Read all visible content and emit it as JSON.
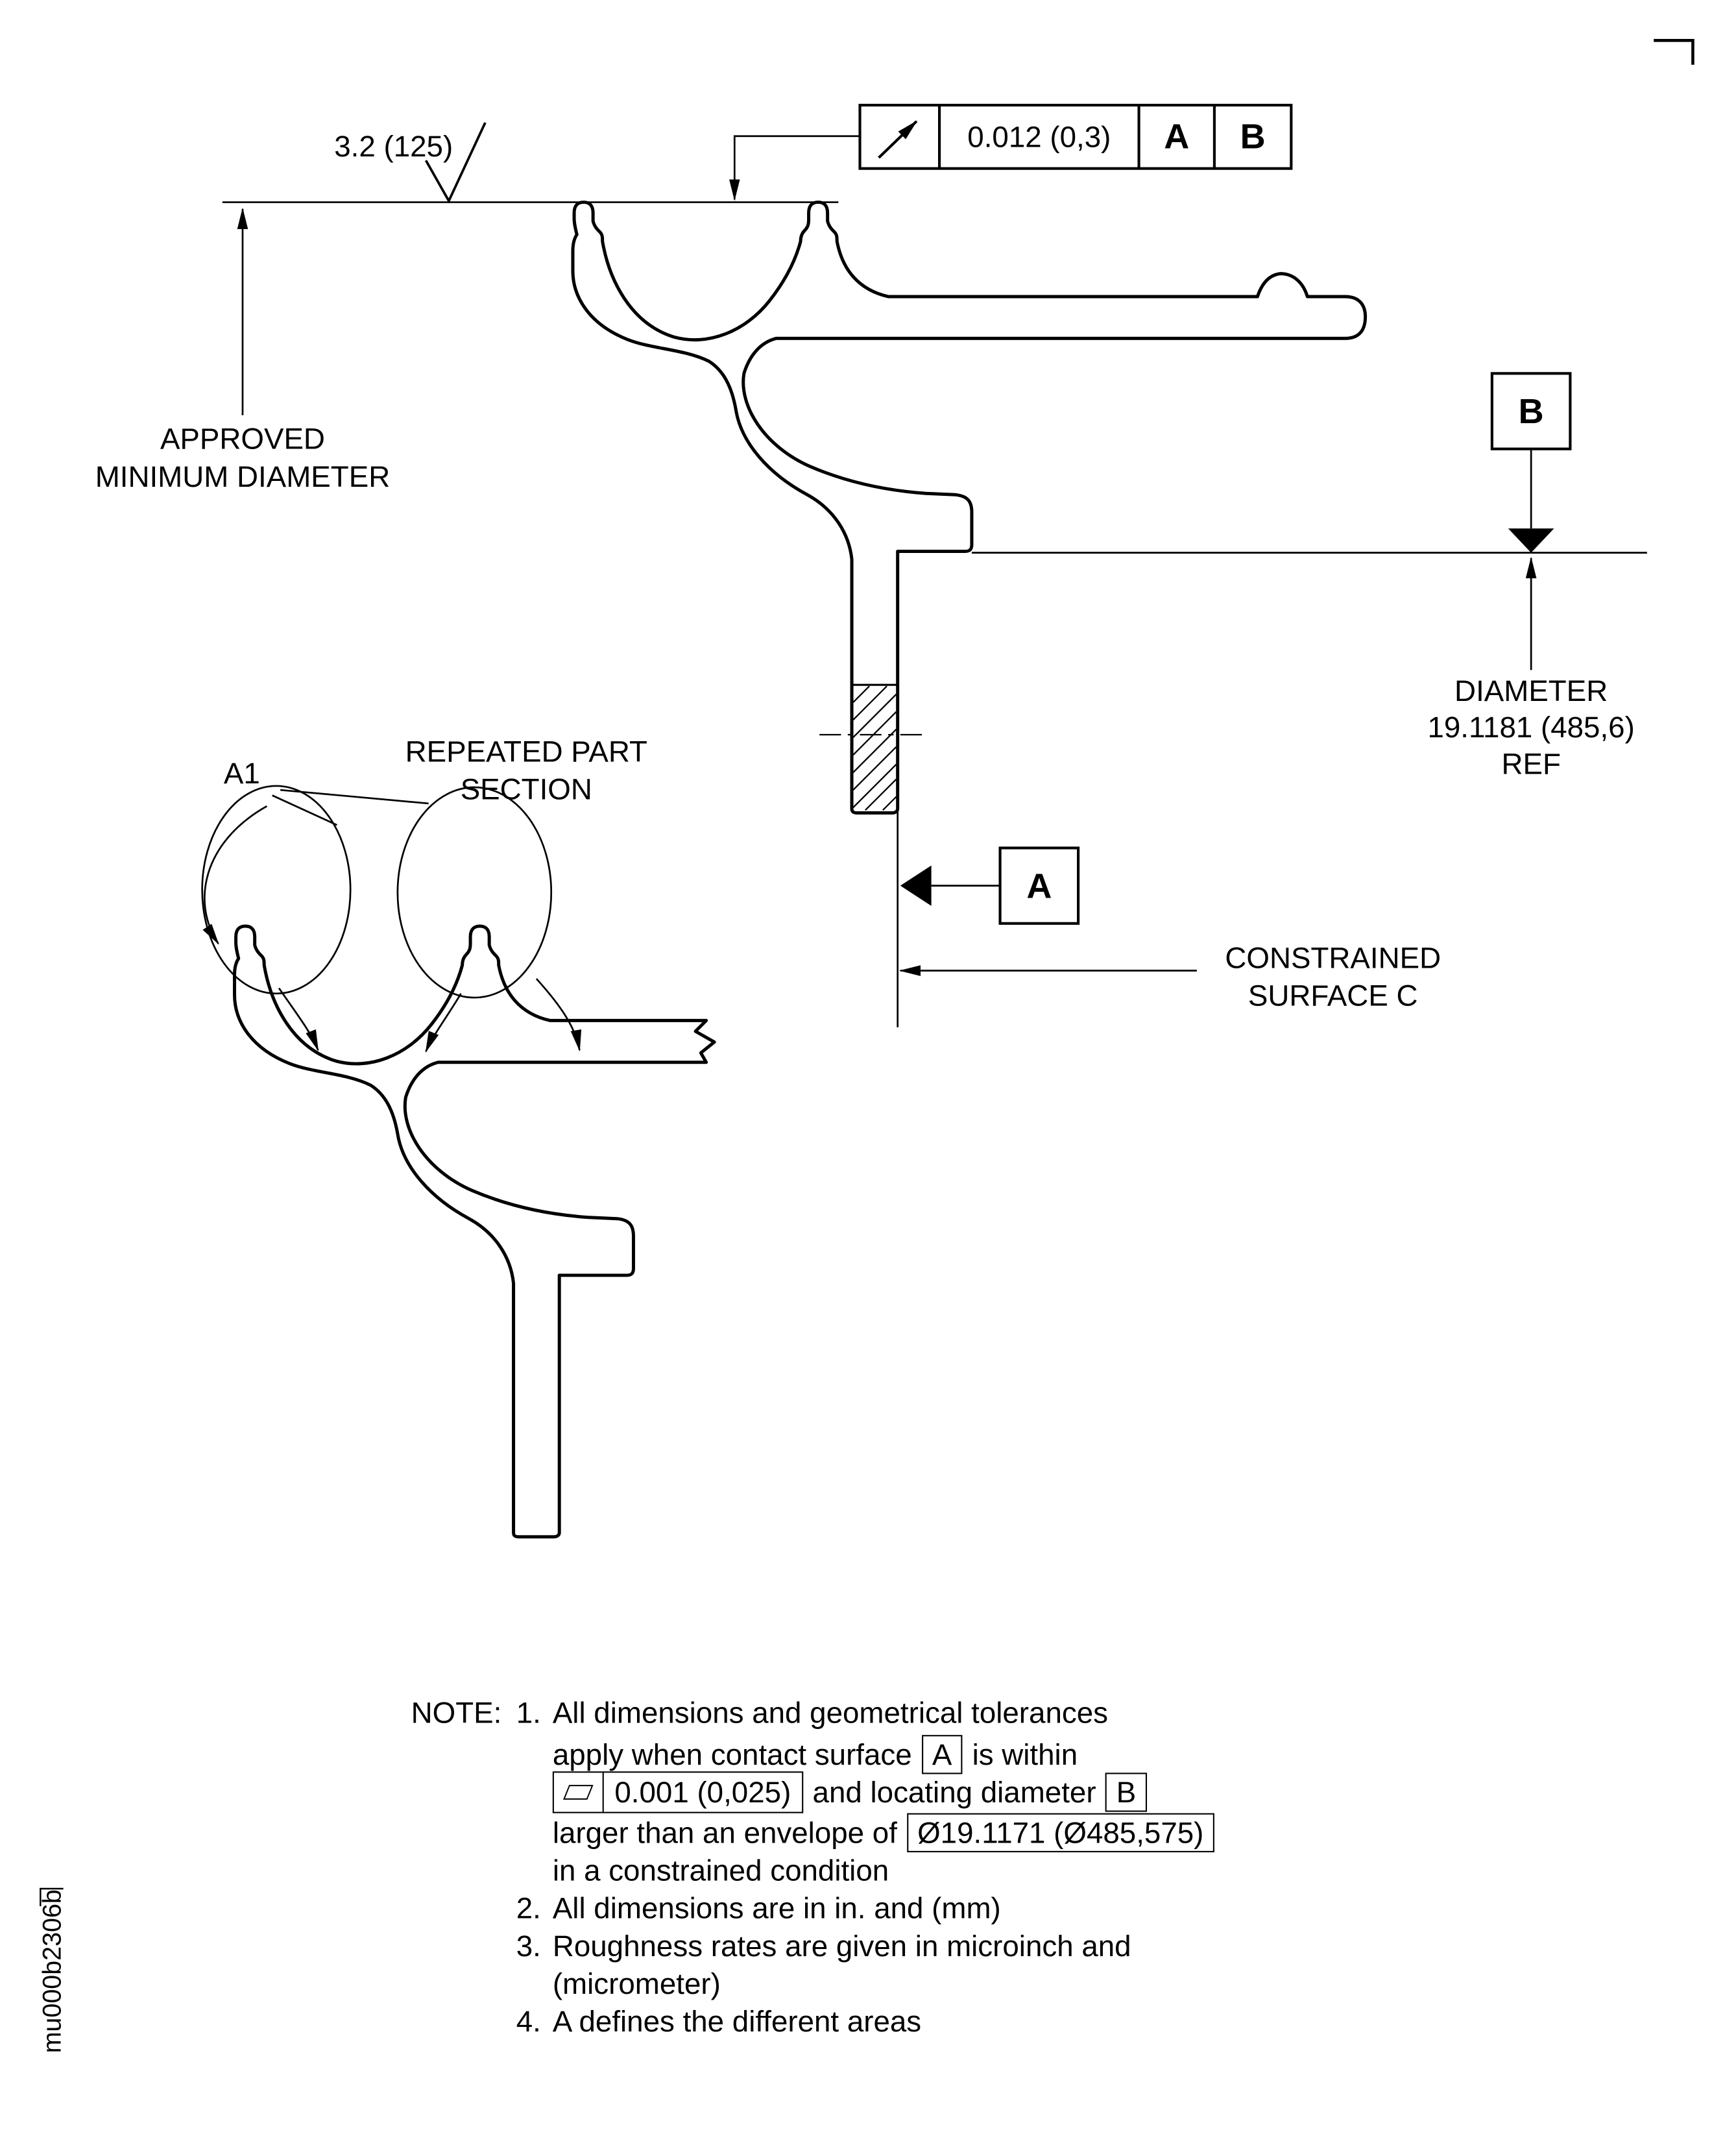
{
  "drawing": {
    "surface_finish": "3.2 (125)",
    "feature_control_frame": {
      "tolerance": "0.012 (0,3)",
      "datum_1": "A",
      "datum_2": "B"
    },
    "datum_a": "A",
    "datum_b": "B",
    "labels": {
      "approved_min": [
        "APPROVED",
        "MINIMUM DIAMETER"
      ],
      "repeated_section": [
        "REPEATED PART",
        "SECTION"
      ],
      "detail_ref": "A1",
      "diameter_ref": [
        "DIAMETER",
        "19.1181 (485,6)",
        "REF"
      ],
      "constrained_surface": [
        "CONSTRAINED",
        "SURFACE C"
      ]
    },
    "notes": {
      "heading": "NOTE:",
      "items": [
        {
          "number": "1.",
          "lines": {
            "l1": "All dimensions and geometrical tolerances",
            "l2_pre": "apply when contact surface",
            "l2_datum": "A",
            "l2_post": "is within",
            "l3_value": "0.001 (0,025)",
            "l3_mid": "and locating diameter",
            "l3_datum": "B",
            "l4_pre": "larger than an envelope of",
            "l4_value": "Ø19.1171 (Ø485,575)",
            "l5": "in a constrained condition"
          }
        },
        {
          "number": "2.",
          "text": "All dimensions are in in. and (mm)"
        },
        {
          "number": "3.",
          "text": "Roughness rates are given in microinch and",
          "text2": "(micrometer)"
        },
        {
          "number": "4.",
          "text": "A defines the different areas"
        }
      ]
    },
    "doc_id": "mu000b2306b"
  }
}
